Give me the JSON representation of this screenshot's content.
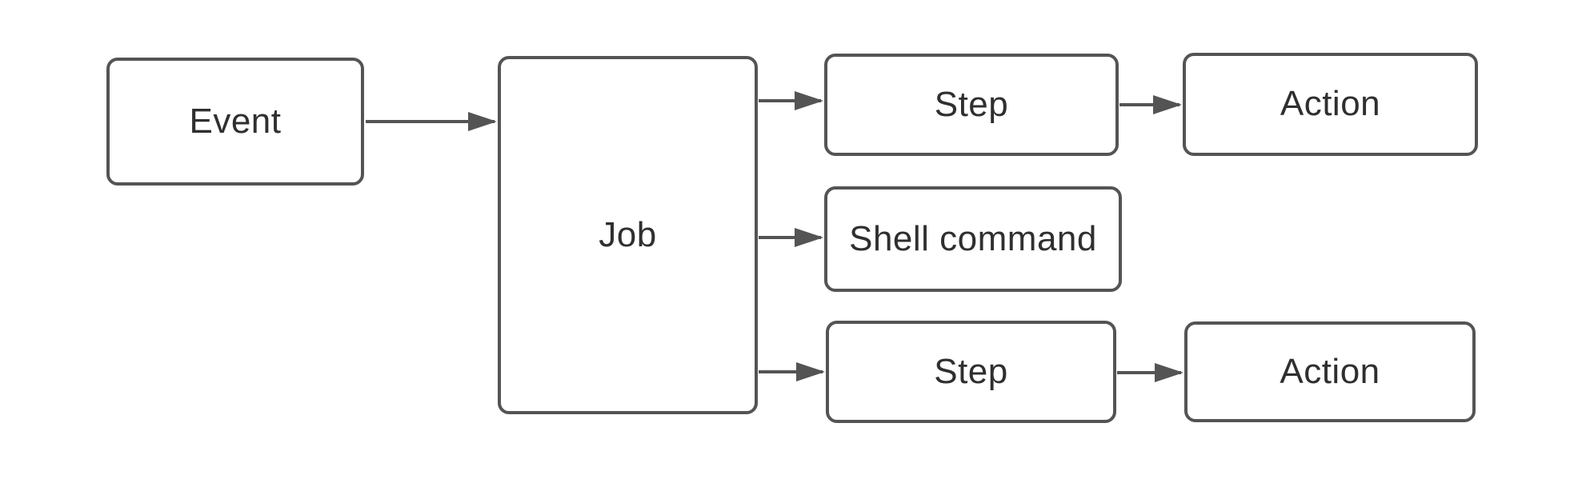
{
  "diagram": {
    "type": "flowchart",
    "background_color": "#ffffff",
    "stroke_color": "#545454",
    "text_color": "#2f2f2f",
    "nodes": [
      {
        "id": "event",
        "label": "Event"
      },
      {
        "id": "job",
        "label": "Job"
      },
      {
        "id": "step-1",
        "label": "Step"
      },
      {
        "id": "action-1",
        "label": "Action"
      },
      {
        "id": "shell-command",
        "label": "Shell command"
      },
      {
        "id": "step-2",
        "label": "Step"
      },
      {
        "id": "action-2",
        "label": "Action"
      }
    ],
    "edges": [
      {
        "from": "event",
        "to": "job"
      },
      {
        "from": "job",
        "to": "step-1"
      },
      {
        "from": "job",
        "to": "shell-command"
      },
      {
        "from": "job",
        "to": "step-2"
      },
      {
        "from": "step-1",
        "to": "action-1"
      },
      {
        "from": "step-2",
        "to": "action-2"
      }
    ]
  }
}
